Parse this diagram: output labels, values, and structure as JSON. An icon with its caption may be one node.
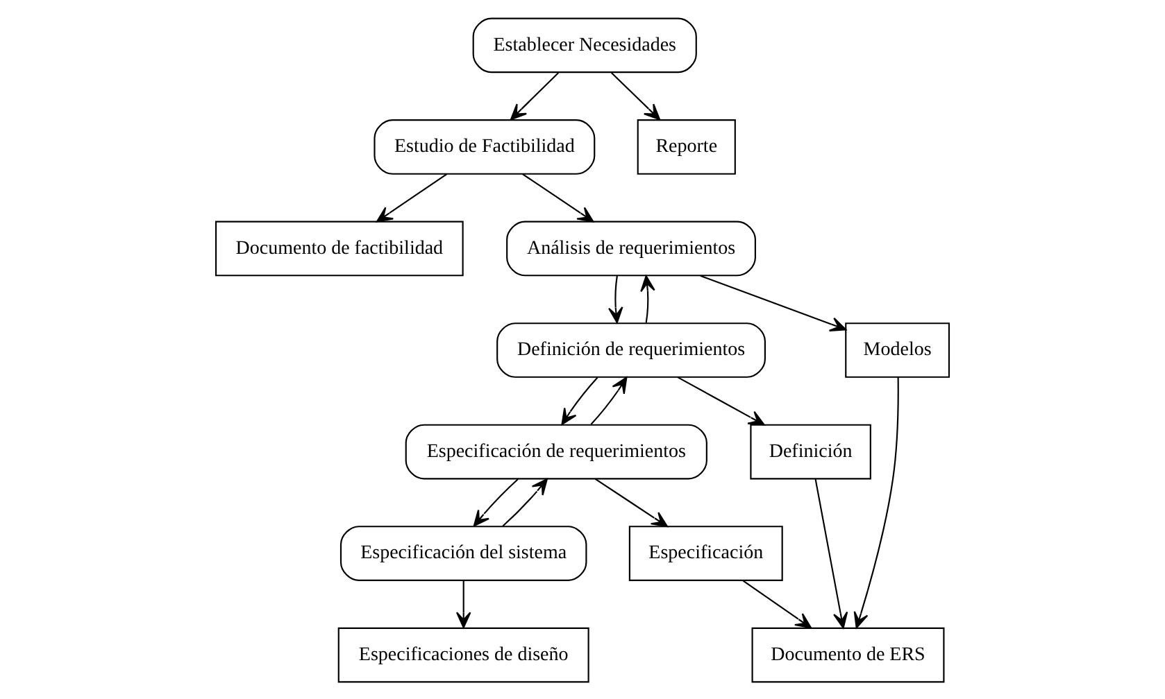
{
  "diagram": {
    "nodes": [
      {
        "text": [
          "Establecer Necesidades"
        ]
      },
      {
        "text": [
          "Estudio de Factibilidad"
        ]
      },
      {
        "text": [
          "Reporte"
        ]
      },
      {
        "text": [
          "Documento de factibilidad"
        ]
      },
      {
        "text": [
          "Análisis de requerimientos"
        ]
      },
      {
        "text": [
          "Definición de requerimientos"
        ]
      },
      {
        "text": [
          "Especificación de requerimientos"
        ]
      },
      {
        "text": [
          "Modelos"
        ]
      },
      {
        "text": [
          "Definición"
        ]
      },
      {
        "text": [
          "Especificación del sistema"
        ]
      },
      {
        "text": [
          "Documento de ERS"
        ]
      },
      {
        "text": [
          "Especificación"
        ]
      },
      {
        "text": [
          "Especificaciones de diseño"
        ]
      }
    ],
    "edges": [
      {
        "from": 0,
        "to": 1,
        "arrow": "to"
      },
      {
        "from": 0,
        "to": 2,
        "arrow": "to"
      },
      {
        "from": 1,
        "to": 3,
        "arrow": "to"
      },
      {
        "from": 1,
        "to": 4,
        "arrow": "to"
      },
      {
        "from": 4,
        "to": 5,
        "arrow": "to"
      },
      {
        "from": 5,
        "to": 4,
        "arrow": "to"
      },
      {
        "from": 4,
        "to": 7,
        "arrow": "to"
      },
      {
        "from": 5,
        "to": 8,
        "arrow": "to"
      },
      {
        "from": 5,
        "to": 6,
        "arrow": "to"
      },
      {
        "from": 6,
        "to": 5,
        "arrow": "to"
      },
      {
        "from": 7,
        "to": 10,
        "arrow": "to"
      },
      {
        "from": 8,
        "to": 10,
        "arrow": "to"
      },
      {
        "from": 6,
        "to": 11,
        "arrow": "to"
      },
      {
        "from": 6,
        "to": 9,
        "arrow": "to"
      },
      {
        "from": 9,
        "to": 6,
        "arrow": "to"
      },
      {
        "from": 11,
        "to": 10,
        "arrow": "to"
      },
      {
        "from": 9,
        "to": 12,
        "arrow": "to"
      }
    ]
  }
}
